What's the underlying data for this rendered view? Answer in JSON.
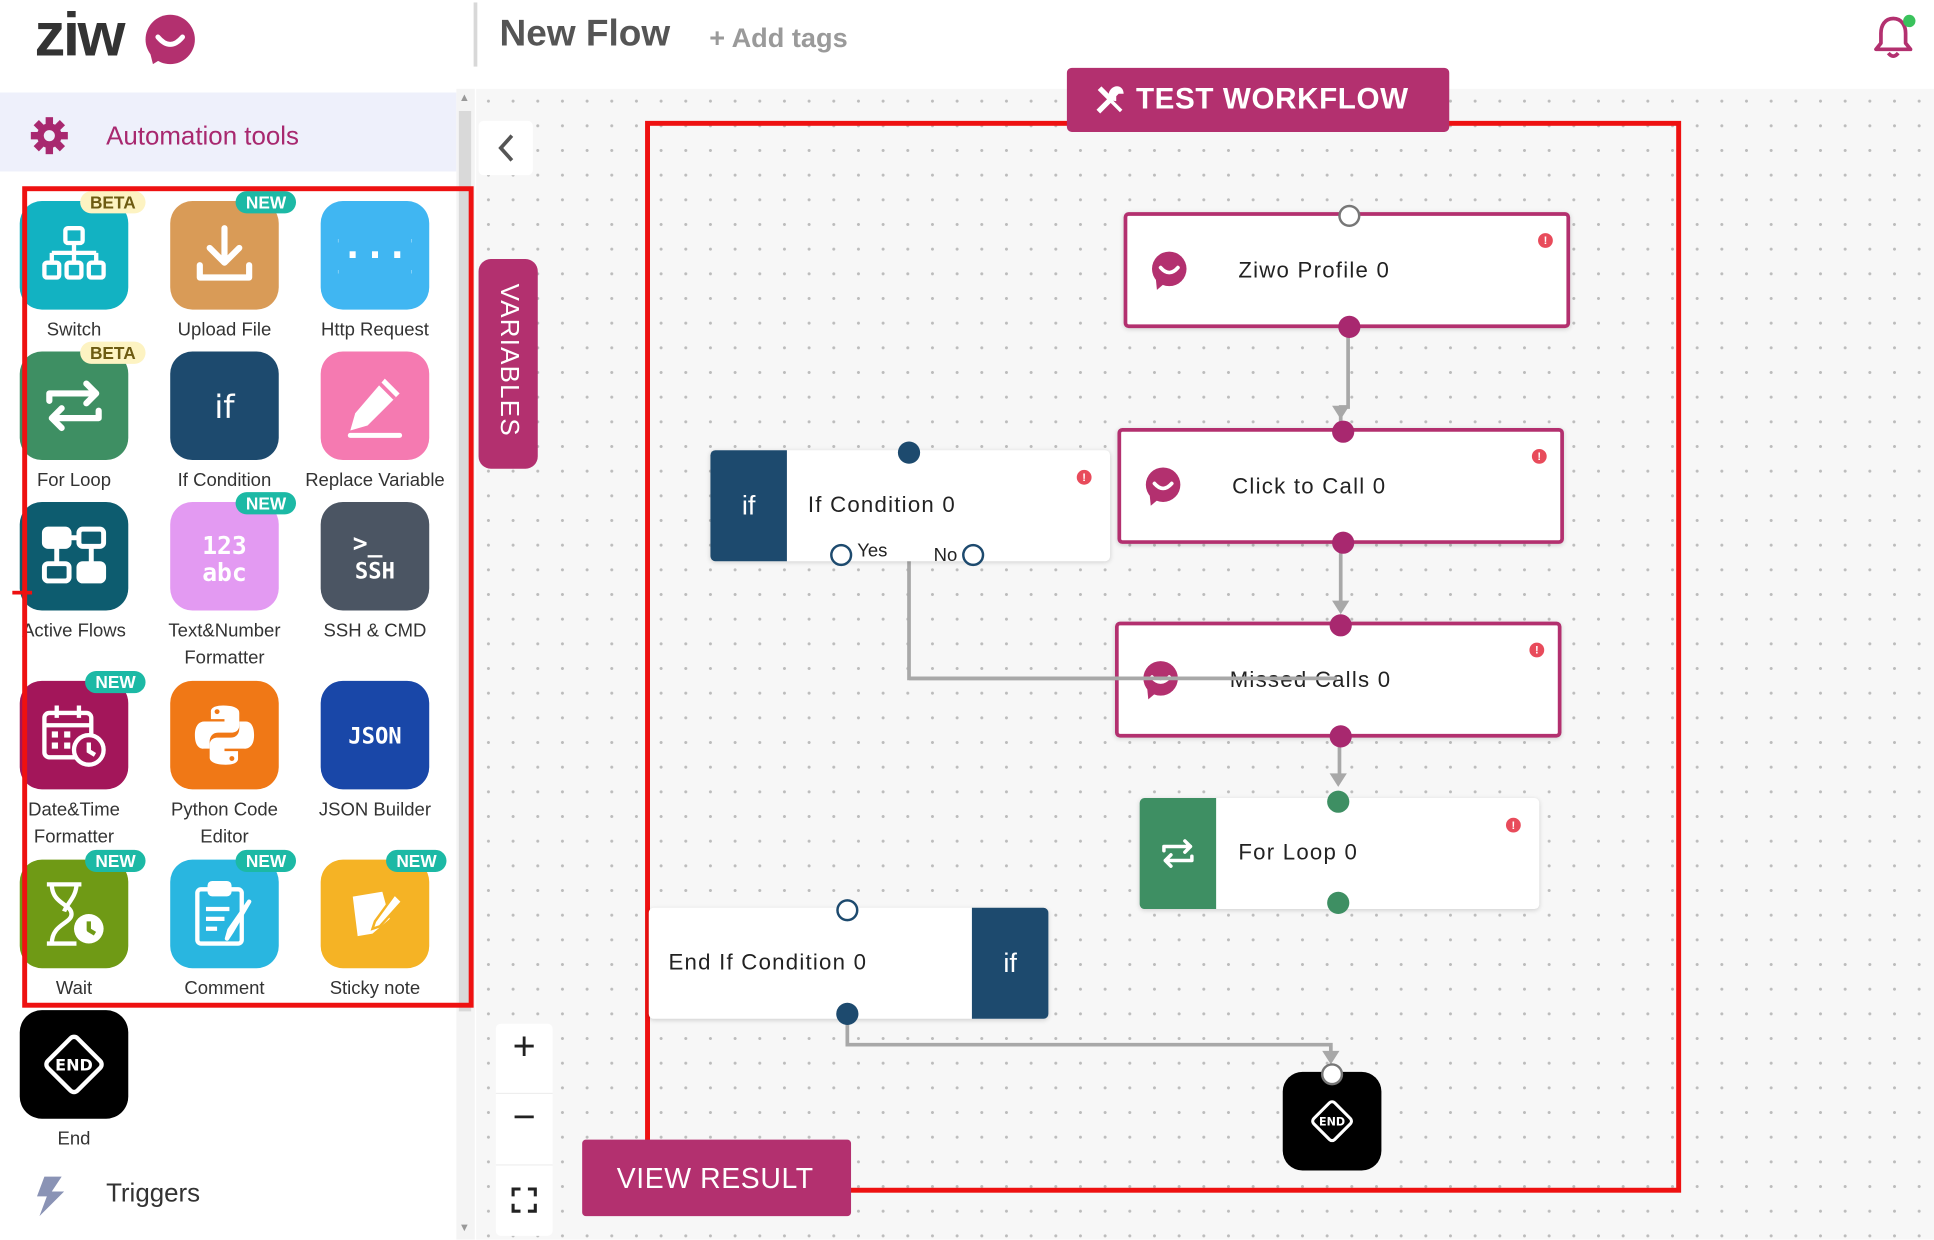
{
  "header": {
    "logo_text": "ziwo",
    "flow_title": "New Flow",
    "add_tags": "+ Add tags",
    "bell_icon": "bell-icon",
    "notification_dot_color": "#3ac25c"
  },
  "sidebar": {
    "section_title": "Automation tools",
    "section_icon": "gear-icon",
    "tools": [
      {
        "label": "Switch",
        "badge": "BETA",
        "icon": "sitemap-icon",
        "color": "#12b2c2"
      },
      {
        "label": "Upload File",
        "badge": "NEW",
        "icon": "download-icon",
        "color": "#d99b57"
      },
      {
        "label": "Http Request",
        "badge": "",
        "icon": "braces-icon",
        "color": "#40b6f2"
      },
      {
        "label": "For Loop",
        "badge": "BETA",
        "icon": "loop-icon",
        "color": "#3e8f63"
      },
      {
        "label": "If Condition",
        "badge": "",
        "icon": "if-icon",
        "color": "#1d4a6e"
      },
      {
        "label": "Replace Variable",
        "badge": "",
        "icon": "pencil-icon",
        "color": "#f57ab1"
      },
      {
        "label": "Active Flows",
        "badge": "",
        "icon": "flows-icon",
        "color": "#0d5c6f"
      },
      {
        "label": "Text&Number Formatter",
        "label_line1": "Text&Number",
        "label_line2": "Formatter",
        "badge": "NEW",
        "icon": "text-number-icon",
        "color": "#e39af2"
      },
      {
        "label": "SSH & CMD",
        "badge": "",
        "icon": "terminal-icon",
        "color": "#4b5563"
      },
      {
        "label": "Date&Time Formatter",
        "label_line1": "Date&Time",
        "label_line2": "Formatter",
        "badge": "NEW",
        "icon": "calendar-clock-icon",
        "color": "#a3165a"
      },
      {
        "label": "Python Code Editor",
        "label_line1": "Python Code",
        "label_line2": "Editor",
        "badge": "",
        "icon": "python-icon",
        "color": "#f07816"
      },
      {
        "label": "JSON Builder",
        "badge": "",
        "icon": "json-icon",
        "color": "#1947a8"
      },
      {
        "label": "Wait",
        "badge": "NEW",
        "icon": "hourglass-icon",
        "color": "#6f9a15"
      },
      {
        "label": "Comment",
        "badge": "NEW",
        "icon": "comment-icon",
        "color": "#29b6e0"
      },
      {
        "label": "Sticky note",
        "badge": "NEW",
        "icon": "sticky-note-icon",
        "color": "#f5b325"
      },
      {
        "label": "End",
        "badge": "",
        "icon": "end-icon",
        "color": "#000000"
      }
    ],
    "json_text": "JSON",
    "ssh_text": "SSH",
    "if_text": "if",
    "triggers_label": "Triggers",
    "triggers_icon": "bolt-icon"
  },
  "canvas": {
    "variables_tab": "VARIABLES",
    "test_button": "TEST WORKFLOW",
    "test_icon": "tools-icon",
    "view_result": "VIEW RESULT",
    "zoom_in": "+",
    "zoom_out": "−",
    "fit_icon": "fullscreen-icon",
    "accent_color": "#b3306f",
    "nodes": {
      "ziwo_profile": "Ziwo Profile 0",
      "click_to_call": "Click to Call 0",
      "missed_calls": "Missed Calls 0",
      "for_loop": "For Loop 0",
      "if_condition": "If Condition 0",
      "end_if_condition": "End If Condition 0",
      "if_side": "if",
      "yes_label": "Yes",
      "no_label": "No",
      "alert_mark": "!",
      "end_text": "END"
    }
  }
}
